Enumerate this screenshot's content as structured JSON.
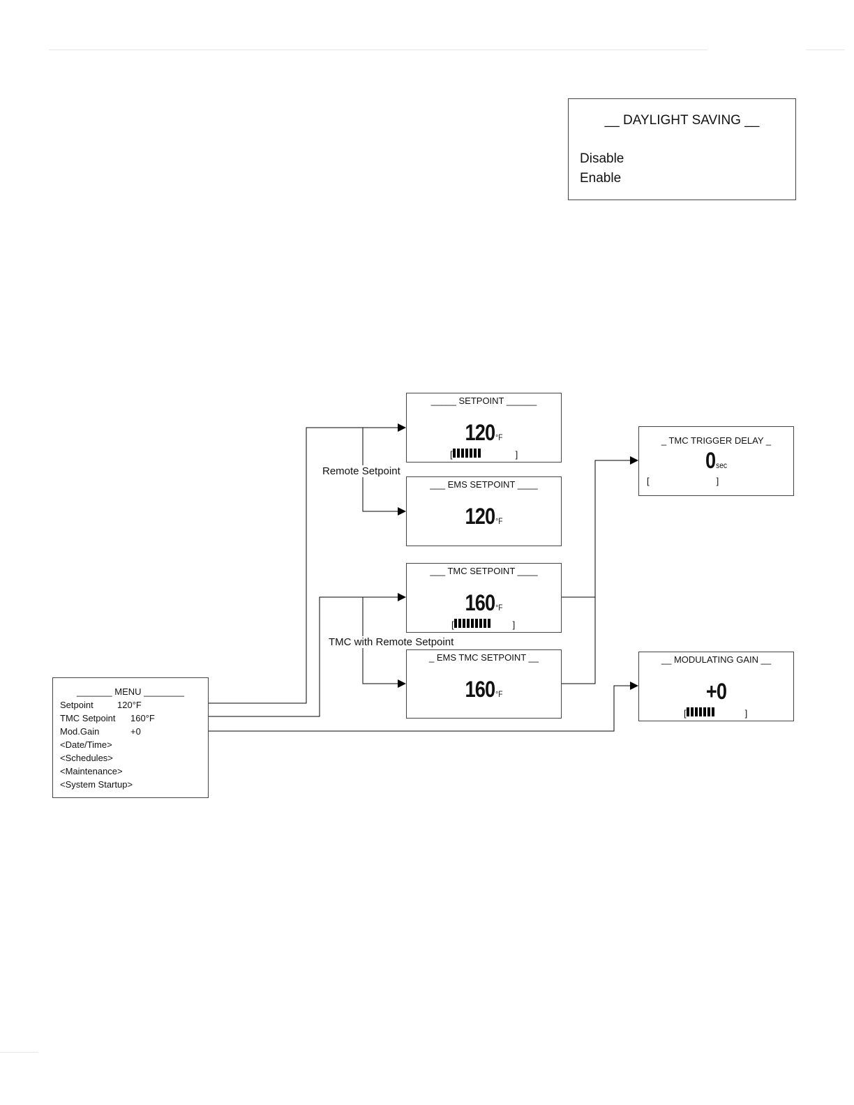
{
  "daylight_saving": {
    "title": "__ DAYLIGHT SAVING __",
    "options": [
      "Disable",
      "Enable"
    ]
  },
  "menu": {
    "title": "_______ MENU ________",
    "items": [
      {
        "label": "Setpoint",
        "value": "120°F"
      },
      {
        "label": "TMC Setpoint",
        "value": "160°F"
      },
      {
        "label": "Mod.Gain",
        "value": "+0"
      },
      {
        "label": "<Date/Time>",
        "value": ""
      },
      {
        "label": "<Schedules>",
        "value": ""
      },
      {
        "label": "<Maintenance>",
        "value": ""
      },
      {
        "label": "<System Startup>",
        "value": ""
      }
    ]
  },
  "screens": {
    "setpoint": {
      "title": "_____ SETPOINT ______",
      "value": "120",
      "unit": "°F",
      "bar_fill": 0.5
    },
    "ems_setpoint": {
      "title": "___ EMS SETPOINT ____",
      "value": "120",
      "unit": "°F"
    },
    "tmc_setpoint": {
      "title": "___ TMC SETPOINT ____",
      "value": "160",
      "unit": "°F",
      "bar_fill": 0.67
    },
    "ems_tmc_setpoint": {
      "title": "_ EMS TMC SETPOINT __",
      "value": "160",
      "unit": "°F"
    },
    "tmc_trigger_delay": {
      "title": "_ TMC TRIGGER DELAY _",
      "value": "0",
      "unit": "sec",
      "bar_fill": 0
    },
    "modulating_gain": {
      "title": "__ MODULATING GAIN __",
      "value": "+0",
      "unit": "",
      "bar_fill": 0.5
    }
  },
  "edge_labels": {
    "remote_setpoint": "Remote Setpoint",
    "tmc_remote_setpoint": "TMC with Remote Setpoint"
  }
}
